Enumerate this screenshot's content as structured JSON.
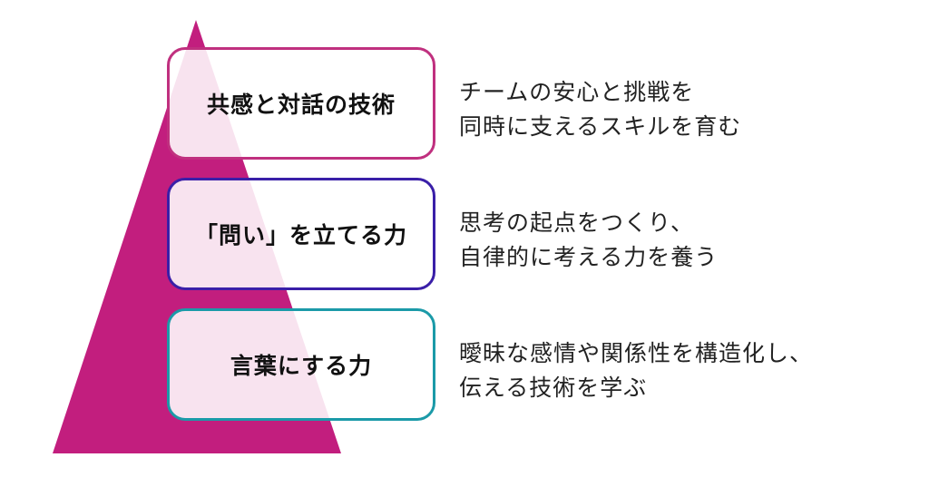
{
  "colors": {
    "pyramid": "#c21e7e",
    "box1_border": "#c0307f",
    "box2_border": "#3a1fa8",
    "box3_border": "#1b9aa8"
  },
  "levels": [
    {
      "label": "共感と対話の技術",
      "description": [
        "チームの安心と挑戦を",
        "同時に支えるスキルを育む"
      ]
    },
    {
      "label": "「問い」を立てる力",
      "description": [
        "思考の起点をつくり、",
        "自律的に考える力を養う"
      ]
    },
    {
      "label": "言葉にする力",
      "description": [
        "曖昧な感情や関係性を構造化し、",
        "伝える技術を学ぶ"
      ]
    }
  ]
}
